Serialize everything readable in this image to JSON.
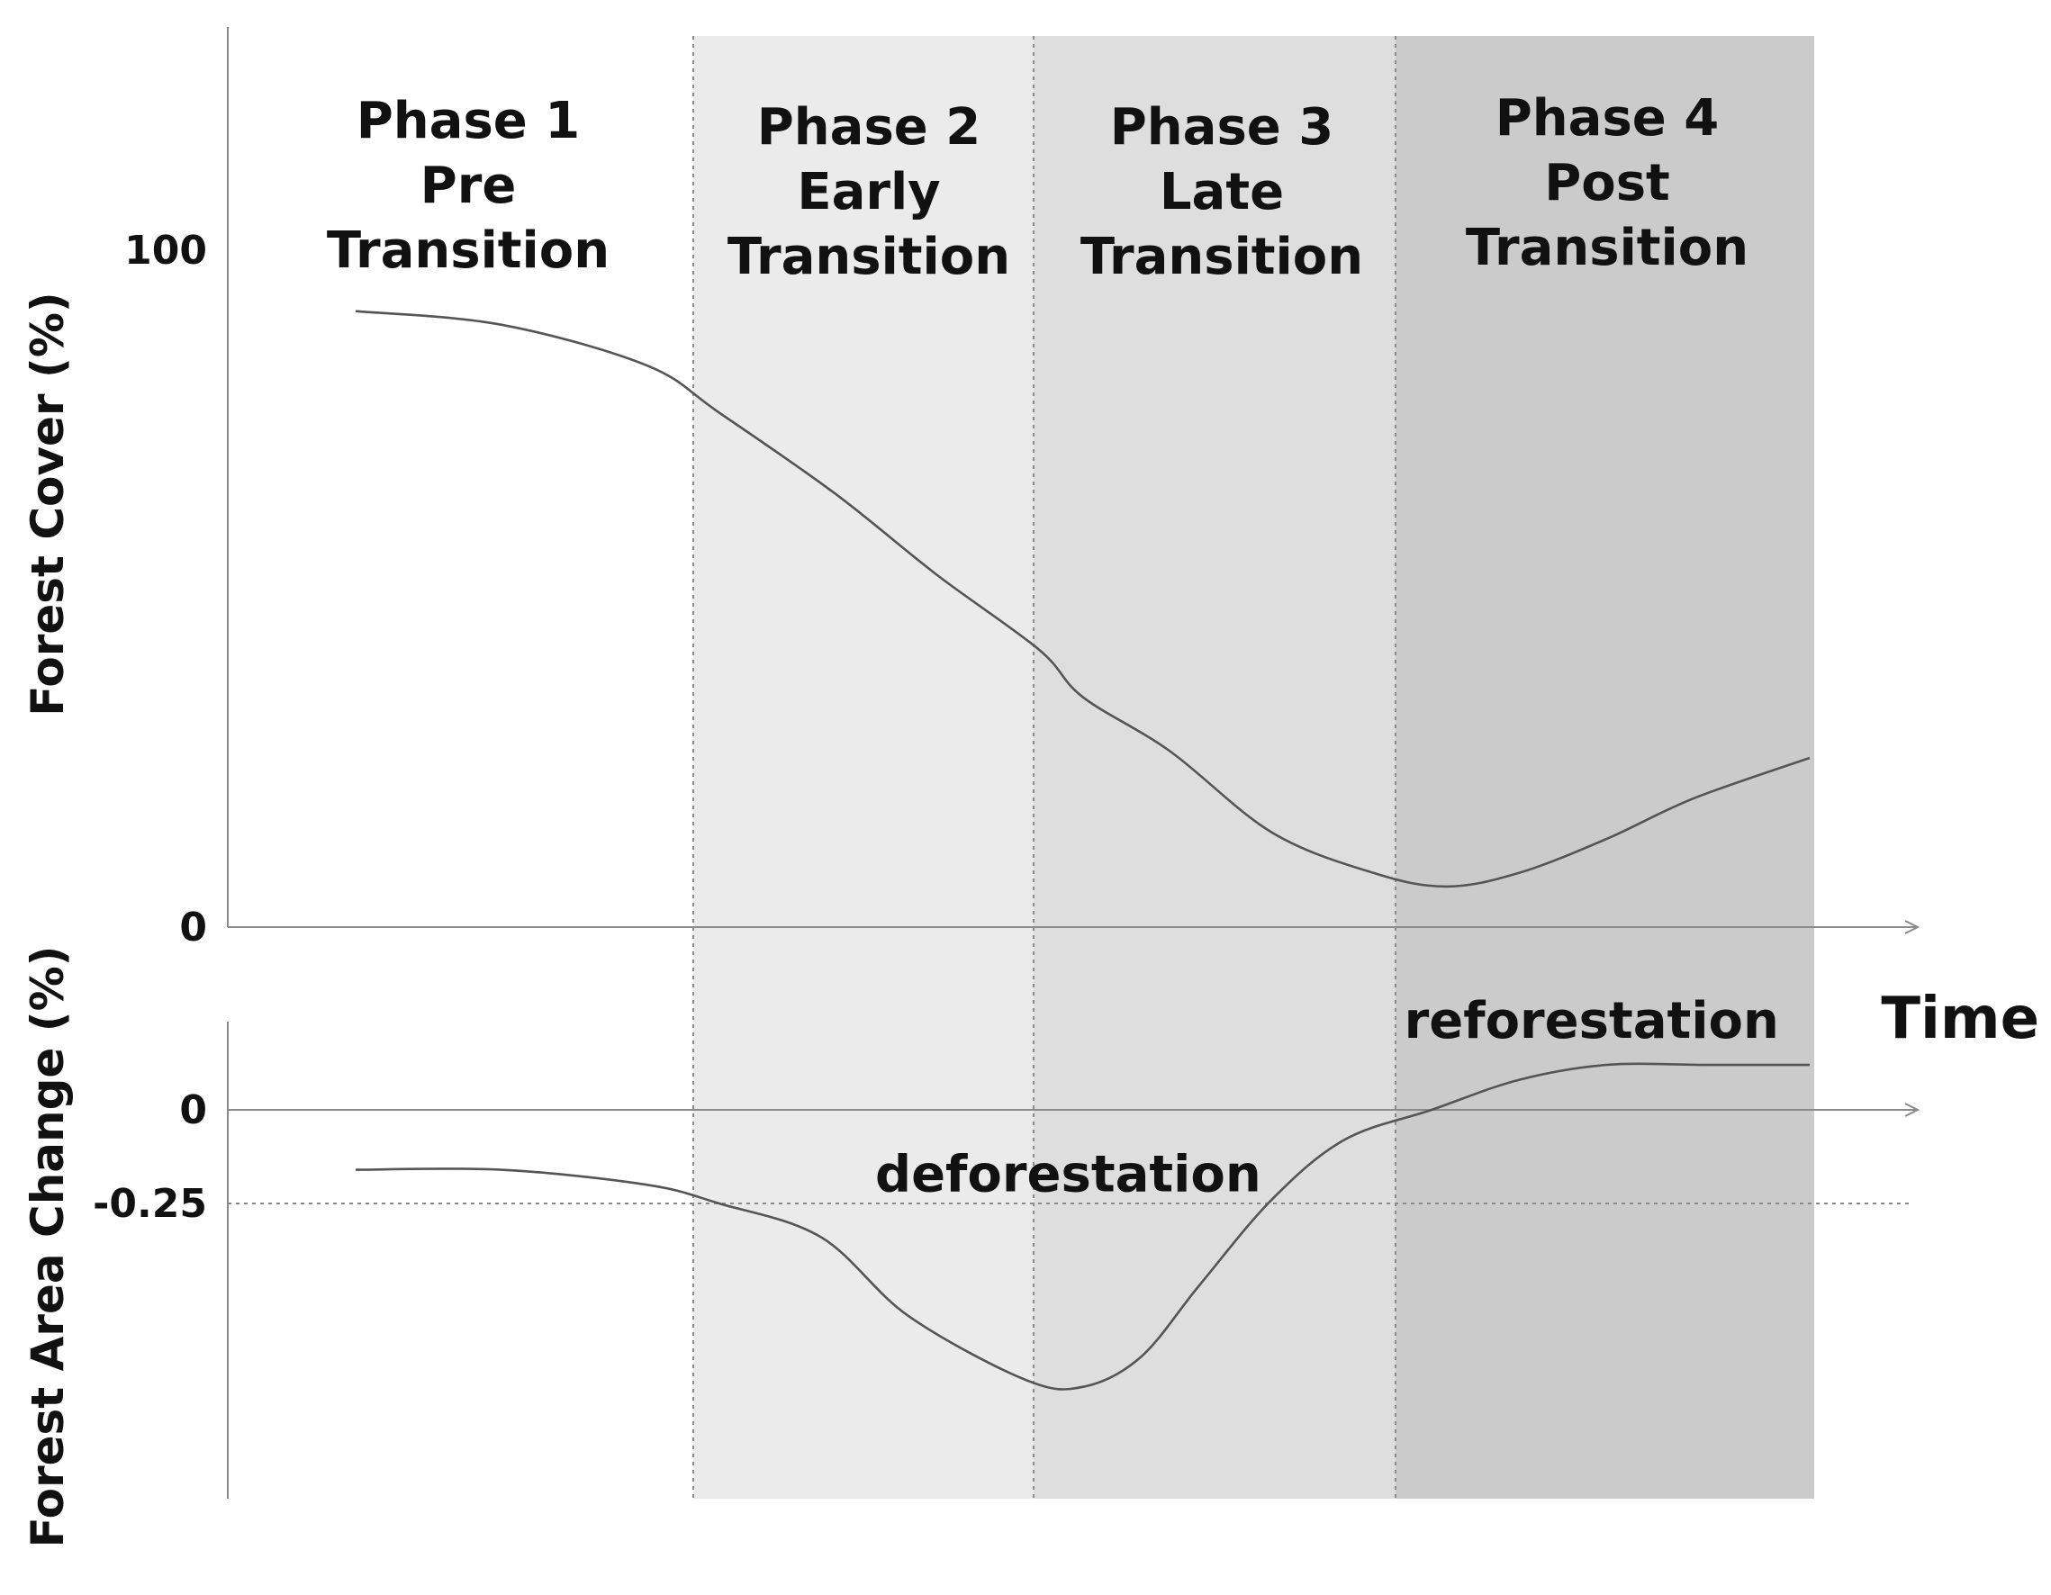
{
  "chart_data": {
    "type": "line",
    "xlabel": "Time",
    "phases": [
      {
        "lines": [
          "Phase 1",
          "Pre",
          "Transition"
        ],
        "shade": "#ffffff"
      },
      {
        "lines": [
          "Phase 2",
          "Early",
          "Transition"
        ],
        "shade": "#ebebeb"
      },
      {
        "lines": [
          "Phase 3",
          "Late",
          "Transition"
        ],
        "shade": "#dedede"
      },
      {
        "lines": [
          "Phase 4",
          "Post",
          "Transition"
        ],
        "shade": "#cbcbcb"
      }
    ],
    "panels": [
      {
        "id": "forest-cover",
        "ylabel": "Forest Cover (%)",
        "ylim": [
          0,
          100
        ],
        "yticks": [
          {
            "value": 100,
            "label": "100"
          },
          {
            "value": 0,
            "label": "0"
          }
        ],
        "series": [
          {
            "x": [
              0.0,
              0.1,
              0.2,
              0.25,
              0.33,
              0.4,
              0.47,
              0.5,
              0.56,
              0.63,
              0.7,
              0.75,
              0.8,
              0.86,
              0.92,
              1.0
            ],
            "y": [
              91,
              89,
              83,
              76,
              64,
              52,
              41,
              34,
              26,
              14,
              8,
              6,
              8,
              13,
              19,
              25
            ]
          }
        ]
      },
      {
        "id": "forest-area-change",
        "ylabel": "Forest Area Change (%)",
        "ylim": [
          -0.9,
          0.25
        ],
        "yticks": [
          {
            "value": 0,
            "label": "0"
          },
          {
            "value": -0.25,
            "label": "-0.25"
          }
        ],
        "series": [
          {
            "x": [
              0.0,
              0.1,
              0.2,
              0.25,
              0.32,
              0.38,
              0.46,
              0.5,
              0.54,
              0.58,
              0.63,
              0.68,
              0.74,
              0.8,
              0.86,
              0.93,
              1.0
            ],
            "y": [
              -0.16,
              -0.16,
              -0.2,
              -0.25,
              -0.34,
              -0.55,
              -0.72,
              -0.74,
              -0.66,
              -0.47,
              -0.24,
              -0.08,
              0.0,
              0.08,
              0.12,
              0.12,
              0.12
            ]
          }
        ]
      }
    ],
    "annotations": [
      {
        "text": "deforestation",
        "x": 0.49,
        "y": -0.17
      },
      {
        "text": "reforestation",
        "x": 0.85,
        "y": 0.24
      }
    ],
    "colors": {
      "curve": "#555555",
      "axis": "#8a8a8a",
      "text": "#111111"
    }
  }
}
